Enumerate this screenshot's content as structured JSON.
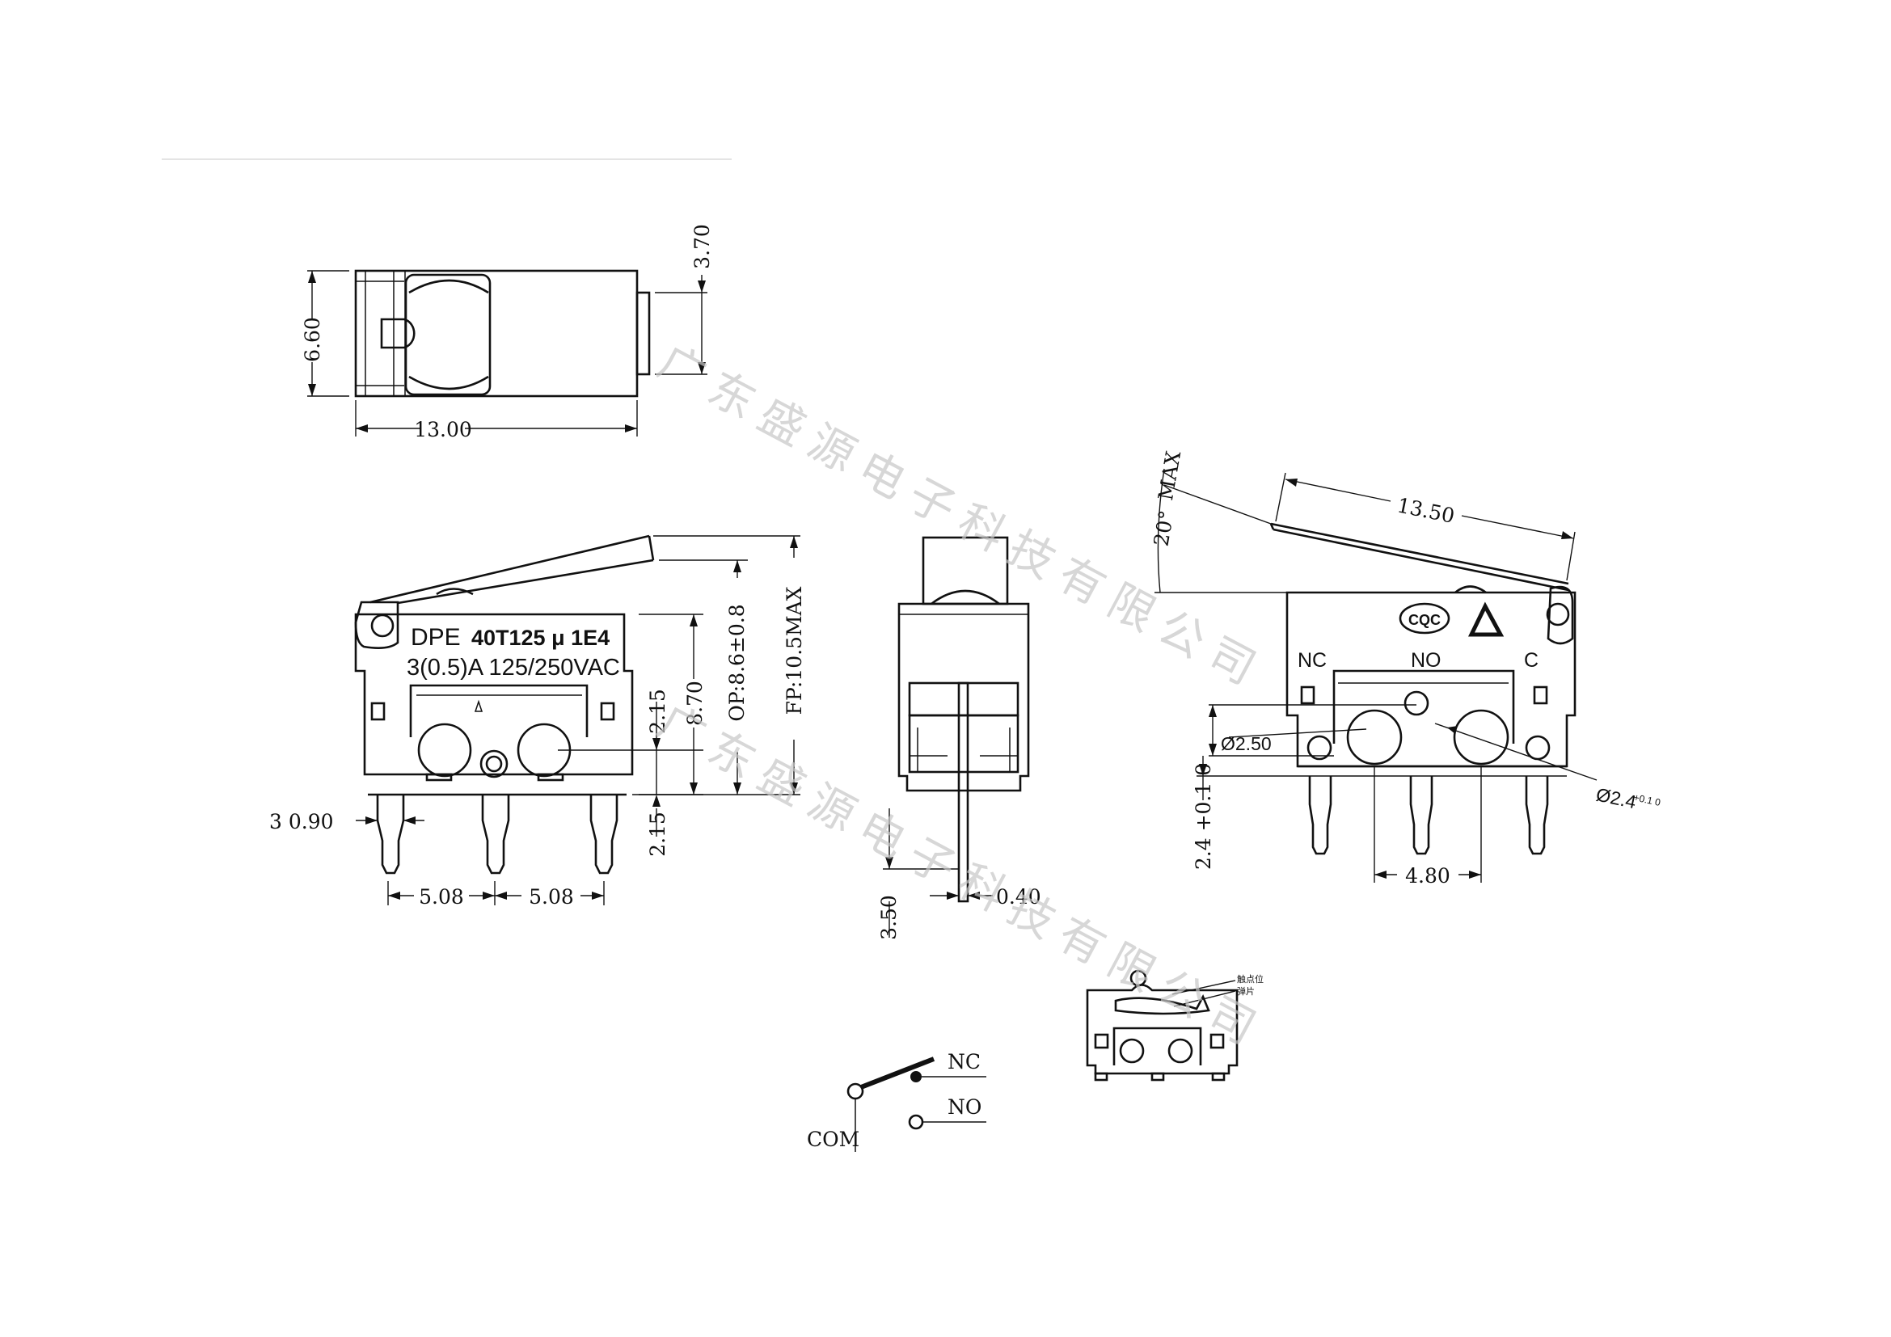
{
  "watermark": "广东盛源电子科技有限公司",
  "views": {
    "top": {
      "dims": {
        "height": "6.60",
        "length": "13.00",
        "offset": "3.70"
      }
    },
    "front": {
      "marking_line1_a": "DPE",
      "marking_line1_b": "40T125 μ 1E4",
      "marking_line2": "3(0.5)A 125/250VAC",
      "dims": {
        "pin_width": "3 0.90",
        "pitch_left": "5.08",
        "pitch_right": "5.08",
        "d_215a": "2.15",
        "d_215b": "2.15",
        "d_870": "8.70",
        "op": "OP:8.6±0.8",
        "fp": "FP:10.5MAX"
      }
    },
    "side": {
      "dims": {
        "pin_thickness": "0.40",
        "pin_length": "3.50"
      }
    },
    "right": {
      "terminals": {
        "nc": "NC",
        "no": "NO",
        "c": "C"
      },
      "cert": "CQC",
      "dims": {
        "lever": "13.50",
        "angle": "20°",
        "angle_max": "MAX",
        "hole_small": "Ø2.50",
        "hole_large": "Ø2.4",
        "hole_large_tol": "+0.1 0",
        "pin_offset": "2.4 +0.1 0",
        "pin_spacing": "4.80"
      }
    },
    "detail": {
      "note_line1": "触点位",
      "note_line2": "弹片"
    },
    "schematic": {
      "nc": "NC",
      "no": "NO",
      "com": "COM"
    }
  }
}
